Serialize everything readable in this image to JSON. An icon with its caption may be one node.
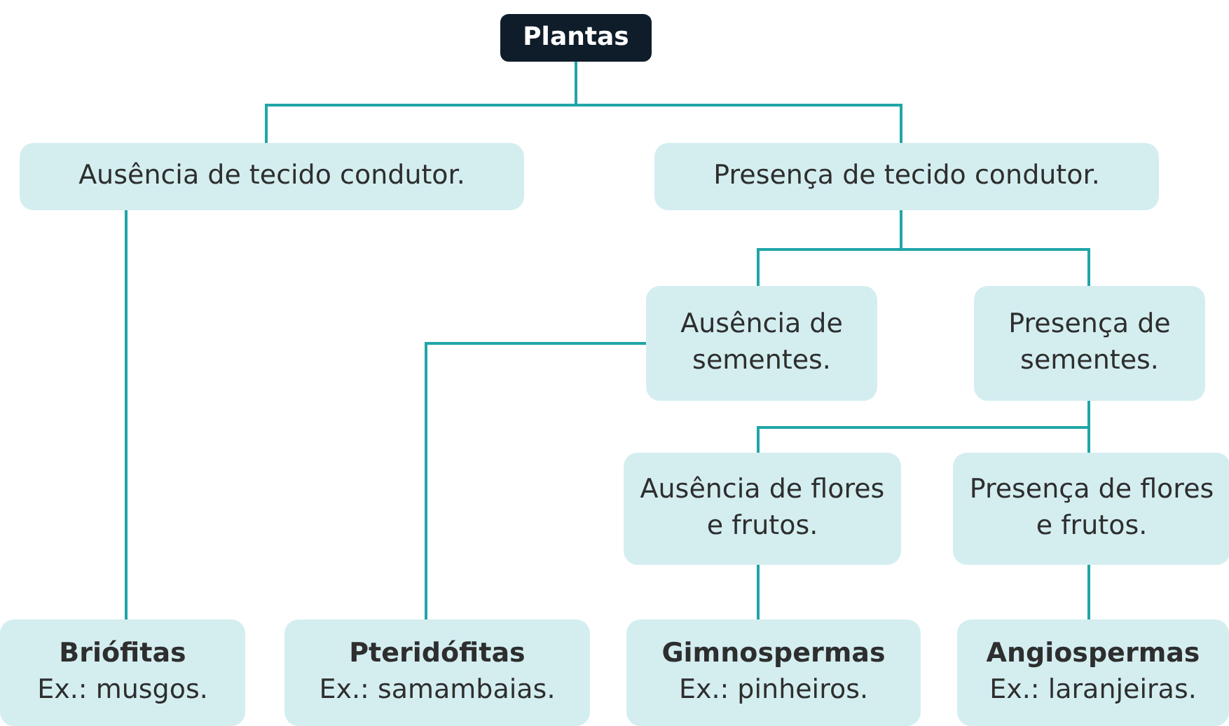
{
  "diagram": {
    "nodes": [
      {
        "text": [
          "Plantas"
        ]
      },
      {
        "text": [
          "Ausência de tecido condutor."
        ]
      },
      {
        "text": [
          "Presença de tecido condutor."
        ]
      },
      {
        "text": [
          "Ausência de sementes."
        ]
      },
      {
        "text": [
          "Presença de sementes."
        ]
      },
      {
        "text": [
          "Ausência de flores e frutos."
        ]
      },
      {
        "text": [
          "Presença de flores e frutos."
        ]
      },
      {
        "text": [
          "Briófitas",
          "Ex.: musgos."
        ]
      },
      {
        "text": [
          "Pteridófitas",
          "Ex.: samambaias."
        ]
      },
      {
        "text": [
          "Gimnospermas",
          "Ex.: pinheiros."
        ]
      },
      {
        "text": [
          "Angiospermas",
          "Ex.: laranjeiras."
        ]
      }
    ],
    "edges": [
      {
        "from": 0,
        "to": 1,
        "arrow": "none"
      },
      {
        "from": 0,
        "to": 2,
        "arrow": "none"
      },
      {
        "from": 1,
        "to": 7,
        "arrow": "none"
      },
      {
        "from": 2,
        "to": 3,
        "arrow": "none"
      },
      {
        "from": 2,
        "to": 4,
        "arrow": "none"
      },
      {
        "from": 3,
        "to": 8,
        "arrow": "none"
      },
      {
        "from": 4,
        "to": 5,
        "arrow": "none"
      },
      {
        "from": 4,
        "to": 6,
        "arrow": "none"
      },
      {
        "from": 5,
        "to": 9,
        "arrow": "none"
      },
      {
        "from": 6,
        "to": 10,
        "arrow": "none"
      }
    ]
  }
}
